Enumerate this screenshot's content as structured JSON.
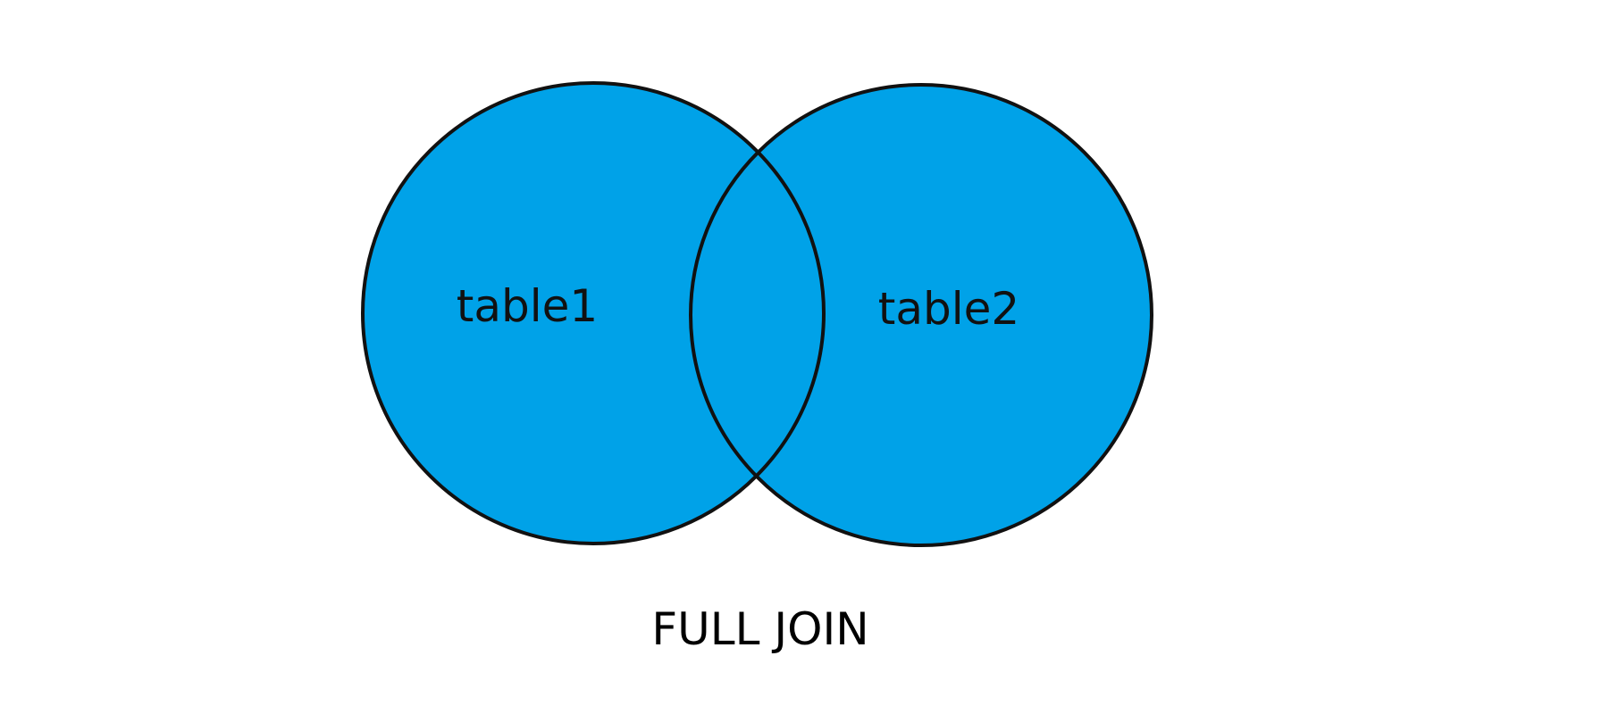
{
  "diagram": {
    "type": "venn",
    "sets": [
      {
        "label": "table1",
        "highlighted": true
      },
      {
        "label": "table2",
        "highlighted": true
      }
    ],
    "intersection_highlighted": true,
    "caption": "FULL JOIN"
  },
  "colors": {
    "fill": "#00a2e8",
    "stroke": "#111111",
    "background": "#ffffff",
    "text": "#111111"
  }
}
